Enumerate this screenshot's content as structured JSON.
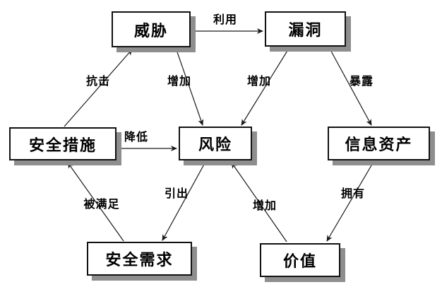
{
  "diagram": {
    "nodes": [
      {
        "id": "threat",
        "label": "威胁"
      },
      {
        "id": "vulnerability",
        "label": "漏洞"
      },
      {
        "id": "safeguard",
        "label": "安全措施"
      },
      {
        "id": "risk",
        "label": "风险"
      },
      {
        "id": "asset",
        "label": "信息资产"
      },
      {
        "id": "requirement",
        "label": "安全需求"
      },
      {
        "id": "value",
        "label": "价值"
      }
    ],
    "edges": [
      {
        "from": "威胁",
        "to": "漏洞",
        "label": "利用"
      },
      {
        "from": "安全措施",
        "to": "威胁",
        "label": "抗击"
      },
      {
        "from": "威胁",
        "to": "风险",
        "label": "增加"
      },
      {
        "from": "漏洞",
        "to": "风险",
        "label": "增加"
      },
      {
        "from": "漏洞",
        "to": "信息资产",
        "label": "暴露"
      },
      {
        "from": "安全措施",
        "to": "风险",
        "label": "降低"
      },
      {
        "from": "安全需求",
        "to": "安全措施",
        "label": "被满足"
      },
      {
        "from": "风险",
        "to": "安全需求",
        "label": "引出"
      },
      {
        "from": "价值",
        "to": "风险",
        "label": "增加"
      },
      {
        "from": "信息资产",
        "to": "价值",
        "label": "拥有"
      }
    ],
    "colors": {
      "background": "#ffffff",
      "box_fill": "#ffffff",
      "box_border": "#111111",
      "box_shadow": "#8e8e8e",
      "line": "#1a1a1a",
      "text": "#000000"
    }
  }
}
